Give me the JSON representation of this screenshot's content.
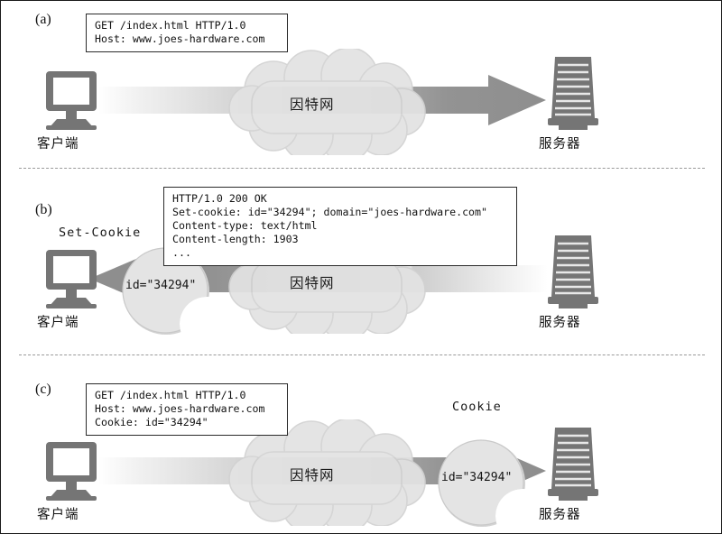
{
  "figure": {
    "panels": [
      {
        "id": "a",
        "label": "(a)",
        "message": "GET /index.html HTTP/1.0\nHost: www.joes-hardware.com",
        "cloud_label": "因特网",
        "client_label": "客户端",
        "server_label": "服务器",
        "arrow_direction": "right",
        "cookie": null,
        "cookie_caption": null
      },
      {
        "id": "b",
        "label": "(b)",
        "message": "HTTP/1.0 200 OK\nSet-cookie: id=\"34294\"; domain=\"joes-hardware.com\"\nContent-type: text/html\nContent-length: 1903\n...",
        "cloud_label": "因特网",
        "client_label": "客户端",
        "server_label": "服务器",
        "arrow_direction": "left",
        "cookie": "id=\"34294\"",
        "cookie_caption": "Set-Cookie"
      },
      {
        "id": "c",
        "label": "(c)",
        "message": "GET /index.html HTTP/1.0\nHost: www.joes-hardware.com\nCookie: id=\"34294\"",
        "cloud_label": "因特网",
        "client_label": "客户端",
        "server_label": "服务器",
        "arrow_direction": "right",
        "cookie": "id=\"34294\"",
        "cookie_caption": "Cookie"
      }
    ],
    "colors": {
      "arrow_gray": "#8e8e8e",
      "cloud_fill": "#e3e3e3",
      "cloud_stroke": "#cfcfcf",
      "device_gray": "#757575",
      "cookie_fill": "#e0e0e0",
      "border": "#1a1a1a",
      "divider": "#9a9a9a"
    }
  }
}
